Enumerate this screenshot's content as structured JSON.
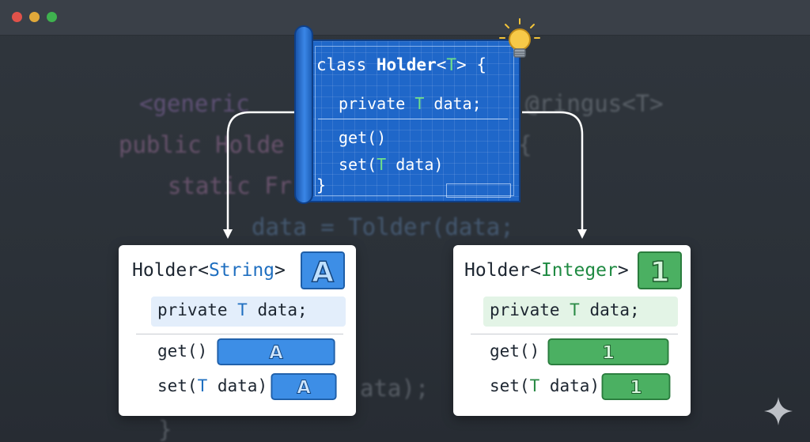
{
  "window": {
    "controls": [
      "close",
      "minimize",
      "maximize"
    ]
  },
  "background_code": {
    "line1_a": "<generic",
    "line1_b": "@ringus<T>",
    "line2_a": "public Holde",
    "line2_b": "{",
    "line3": "static Fr",
    "line4": "data = Tolder(data;",
    "line5": "ata);",
    "line6": "}"
  },
  "blueprint": {
    "class_keyword": "class ",
    "class_name": "Holder",
    "type_param_open": "<",
    "type_param": "T",
    "type_param_close": "> {",
    "field_prefix": "private ",
    "field_type": "T",
    "field_suffix": " data;",
    "method_get": "get()",
    "setter_prefix": "set(",
    "setter_type": "T",
    "setter_suffix": " data)",
    "closing_brace": "}",
    "icon": "lightbulb-icon"
  },
  "string_panel": {
    "title_prefix": "Holder<",
    "title_type": "String",
    "title_suffix": ">",
    "badge": "A",
    "field_prefix": "private ",
    "field_type": "T",
    "field_suffix": " data;",
    "get_label": "get()",
    "get_value": "A",
    "set_prefix": "set(",
    "set_type": "T",
    "set_suffix": " data)",
    "set_value": "A"
  },
  "integer_panel": {
    "title_prefix": "Holder<",
    "title_type": "Integer",
    "title_suffix": ">",
    "badge": "1",
    "field_prefix": "private ",
    "field_type": "T",
    "field_suffix": " data;",
    "get_label": "get()",
    "get_value": "1",
    "set_prefix": "set(",
    "set_type": "T",
    "set_suffix": " data)",
    "set_value": "1"
  },
  "colors": {
    "blueprint": "#1f67c9",
    "string_accent": "#3d8ee6",
    "integer_accent": "#4bb062",
    "type_param_green": "#6fe089"
  }
}
